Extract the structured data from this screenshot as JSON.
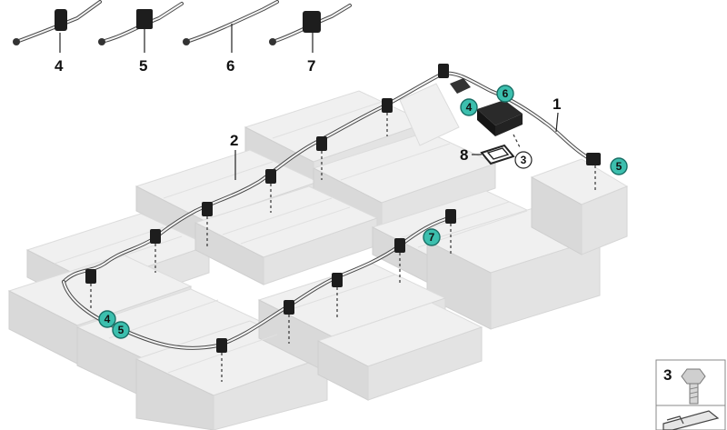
{
  "part_labels": {
    "p1": "1",
    "p2": "2",
    "p3": "3",
    "p4": "4",
    "p5": "5",
    "p6": "6",
    "p7": "7",
    "p8": "8"
  },
  "callouts": {
    "c4a": "4",
    "c6": "6",
    "c5a": "5",
    "c7": "7",
    "c4b": "4",
    "c5b": "5",
    "c3": "3"
  },
  "inset": {
    "label": "3"
  },
  "colors": {
    "callout_fill": "#3cbfae",
    "harness": "#4a4a4a",
    "module": "#e6e6e6"
  }
}
